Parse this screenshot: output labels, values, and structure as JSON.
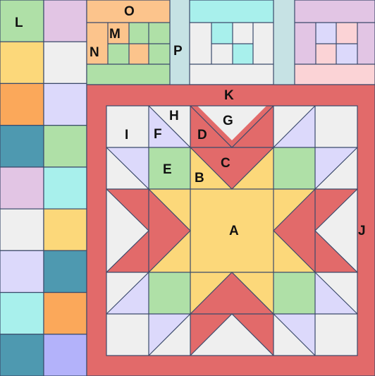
{
  "colors": {
    "red": "#e26a6a",
    "yellow": "#fcd87a",
    "green": "#afe0a7",
    "orange": "#fba85a",
    "teal": "#4e99b0",
    "lavender": "#dcd9fb",
    "pink": "#e2c5e4",
    "cyan": "#a8f0ec",
    "light_gray": "#efefef",
    "light_pink": "#fbd3d6",
    "periwinkle": "#b3b2fa",
    "peach": "#fcc48c",
    "pale_blue_gray": "#c6e2e4",
    "outline": "#3b4a6b"
  },
  "left_border_strip": {
    "rows": [
      [
        "green",
        "pink"
      ],
      [
        "yellow",
        "light_gray"
      ],
      [
        "orange",
        "lavender"
      ],
      [
        "teal",
        "green"
      ],
      [
        "pink",
        "cyan"
      ],
      [
        "light_gray",
        "yellow"
      ],
      [
        "lavender",
        "teal"
      ],
      [
        "cyan",
        "orange"
      ],
      [
        "teal",
        "periwinkle"
      ]
    ]
  },
  "labels": {
    "A": "A",
    "B": "B",
    "C": "C",
    "D": "D",
    "E": "E",
    "F": "F",
    "G": "G",
    "H": "H",
    "I": "I",
    "J": "J",
    "K": "K",
    "L": "L",
    "M": "M",
    "N": "N",
    "O": "O",
    "P": "P"
  }
}
